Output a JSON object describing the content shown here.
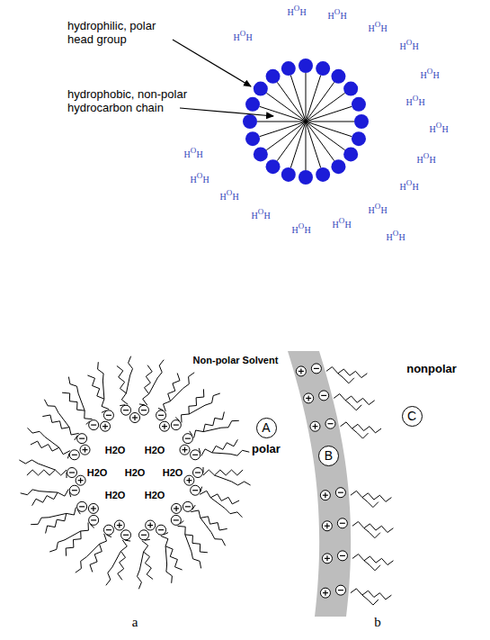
{
  "diagram": {
    "nodes": [
      {
        "text": [
          "A"
        ]
      },
      {
        "text": [
          "B"
        ]
      },
      {
        "text": [
          "C"
        ]
      }
    ],
    "labels": [
      "hydrophilic, polar head group",
      "hydrophobic, non-polar hydrocarbon chain",
      "H",
      "O",
      "H",
      "H",
      "O",
      "H",
      "H",
      "O",
      "H",
      "H",
      "O",
      "H",
      "H",
      "O",
      "H",
      "H",
      "O",
      "H",
      "H",
      "O",
      "H",
      "H",
      "O",
      "H",
      "H",
      "O",
      "H",
      "H",
      "O",
      "H",
      "H",
      "O",
      "H",
      "H",
      "O",
      "H",
      "H",
      "O",
      "H",
      "H",
      "O",
      "H",
      "H",
      "O",
      "H",
      "H",
      "O",
      "H",
      "H",
      "O",
      "H",
      "H",
      "O",
      "H",
      "H2O",
      "H2O",
      "H2O",
      "H2O",
      "H2O",
      "H2O",
      "H2O",
      "Non-polar Solvent",
      "polar",
      "nonpolar",
      "a",
      "b"
    ]
  }
}
